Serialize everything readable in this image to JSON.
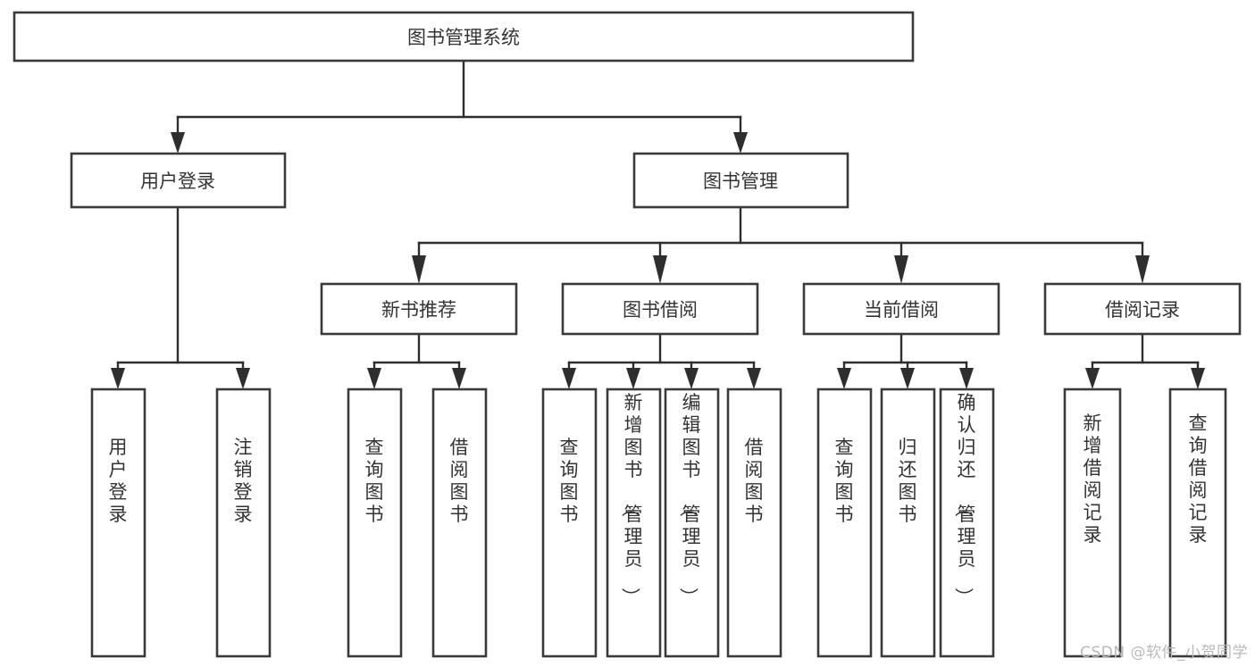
{
  "diagram": {
    "type": "tree",
    "title": "图书管理系统",
    "root": {
      "label": "图书管理系统"
    },
    "level2": [
      {
        "label": "用户登录"
      },
      {
        "label": "图书管理"
      }
    ],
    "level3": [
      {
        "label": "新书推荐"
      },
      {
        "label": "图书借阅"
      },
      {
        "label": "当前借阅"
      },
      {
        "label": "借阅记录"
      }
    ],
    "leaves": {
      "user_login": [
        {
          "label": "用户登录"
        },
        {
          "label": "注销登录"
        }
      ],
      "new_book_recommend": [
        {
          "label": "查询图书"
        },
        {
          "label": "借阅图书"
        }
      ],
      "book_borrow": [
        {
          "label": "查询图书"
        },
        {
          "label": "新增图书（管理员）"
        },
        {
          "label": "编辑图书（管理员）"
        },
        {
          "label": "借阅图书"
        }
      ],
      "current_borrow": [
        {
          "label": "查询图书"
        },
        {
          "label": "归还图书"
        },
        {
          "label": "确认归还（管理员）"
        }
      ],
      "borrow_record": [
        {
          "label": "新增借阅记录"
        },
        {
          "label": "查询借阅记录"
        }
      ]
    }
  },
  "watermark": {
    "text": "CSDN @软件_小贺同学"
  },
  "colors": {
    "box_stroke": "#3a3a3a",
    "connector": "#2e2e2e",
    "text": "#333333",
    "background": "#ffffff",
    "watermark": "#b9b9b9"
  }
}
